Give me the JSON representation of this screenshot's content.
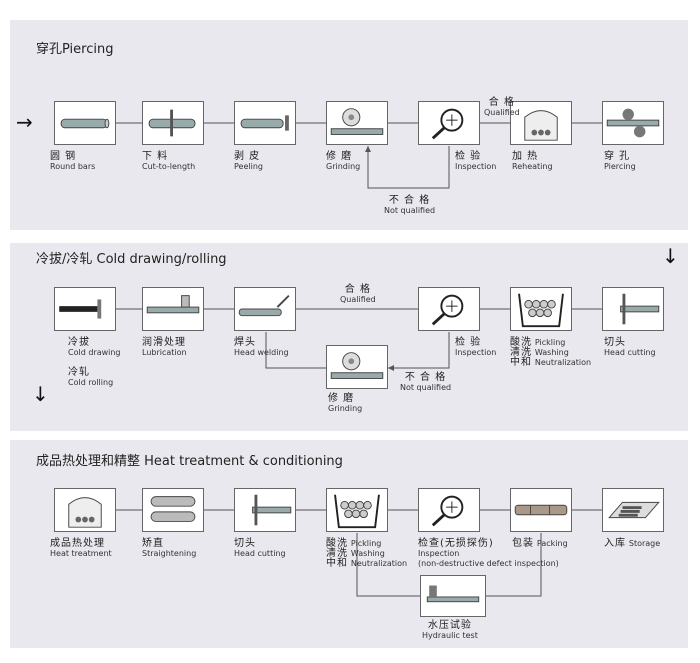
{
  "sections": {
    "piercing": "穿孔Piercing",
    "cold": "冷拔/冷轧 Cold drawing/rolling",
    "heat": "成品热处理和精整 Heat treatment & conditioning"
  },
  "row1": [
    {
      "zh": "圆 钢",
      "en": "Round bars",
      "icon": "round-bar-icon"
    },
    {
      "zh": "下 料",
      "en": "Cut-to-length",
      "icon": "cut-to-length-icon"
    },
    {
      "zh": "剥 皮",
      "en": "Peeling",
      "icon": "peeling-icon"
    },
    {
      "zh": "修 磨",
      "en": "Grinding",
      "icon": "grinding-icon"
    },
    {
      "zh": "检 验",
      "en": "Inspection",
      "icon": "inspection-icon"
    },
    {
      "zh": "加 热",
      "en": "Reheating",
      "icon": "reheating-furnace-icon"
    },
    {
      "zh": "穿 孔",
      "en": "Piercing",
      "icon": "piercing-mill-icon"
    }
  ],
  "row1_feedback": {
    "zh": "不 合 格",
    "en": "Not qualified"
  },
  "row1_qualified": {
    "zh": "合 格",
    "en": "Qualified"
  },
  "row2": {
    "cold_drawing": {
      "zh": "冷拔",
      "en": "Cold drawing",
      "icon": "cold-drawing-icon"
    },
    "cold_rolling": {
      "zh": "冷轧",
      "en": "Cold rolling"
    },
    "lubrication": {
      "zh": "润滑处理",
      "en": "Lubrication",
      "icon": "lubrication-icon"
    },
    "head_welding": {
      "zh": "焊头",
      "en": "Head welding",
      "icon": "head-welding-icon"
    },
    "inspection": {
      "zh": "检 验",
      "en": "Inspection",
      "icon": "inspection-icon"
    },
    "pickling": {
      "zh1": "酸洗",
      "en1": "Pickling",
      "zh2": "清洗",
      "en2": "Washing",
      "zh3": "中和",
      "en3": "Neutralization",
      "icon": "pickling-tank-icon"
    },
    "head_cutting": {
      "zh": "切头",
      "en": "Head cutting",
      "icon": "head-cutting-icon"
    },
    "grinding": {
      "zh": "修 磨",
      "en": "Grinding",
      "icon": "grinding-icon"
    },
    "qualified": {
      "zh": "合 格",
      "en": "Qualified"
    },
    "not_qualified": {
      "zh": "不 合 格",
      "en": "Not qualified"
    }
  },
  "row3": {
    "heat_treatment": {
      "zh": "成品热处理",
      "en": "Heat treatment",
      "icon": "heat-treatment-furnace-icon"
    },
    "straightening": {
      "zh": "矫直",
      "en": "Straightening",
      "icon": "straightening-icon"
    },
    "head_cutting": {
      "zh": "切头",
      "en": "Head cutting",
      "icon": "head-cutting-icon"
    },
    "pickling": {
      "zh1": "酸洗",
      "en1": "Pickling",
      "zh2": "清洗",
      "en2": "Washing",
      "zh3": "中和",
      "en3": "Neutralization",
      "icon": "pickling-tank-icon"
    },
    "inspection": {
      "zh": "检查(无损探伤)",
      "en1": "Inspection",
      "en2": "(non-destructive defect inspection)",
      "icon": "inspection-icon"
    },
    "packing": {
      "zh": "包装",
      "en": "Packing",
      "icon": "packing-icon"
    },
    "storage": {
      "zh": "入库",
      "en": "Storage",
      "icon": "storage-icon"
    },
    "hydraulic": {
      "zh": "水压试验",
      "en": "Hydraulic test",
      "icon": "hydraulic-test-icon"
    }
  }
}
